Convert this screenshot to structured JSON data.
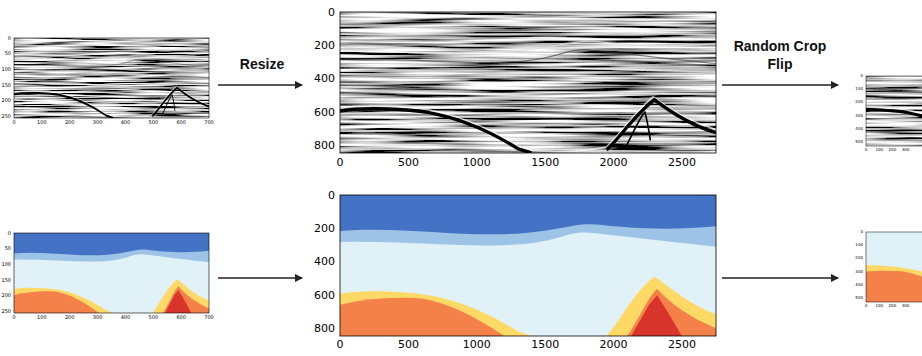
{
  "diagram": {
    "labels": [
      "0",
      "50",
      "100",
      "150",
      "200",
      "250",
      "0",
      "100",
      "200",
      "300",
      "400",
      "500",
      "600",
      "700",
      "Resize",
      "0",
      "200",
      "400",
      "600",
      "800",
      "0",
      "500",
      "1000",
      "1500",
      "2000",
      "2500",
      "Random Crop Flip",
      "0",
      "100",
      "200",
      "300",
      "400",
      "500",
      "0",
      "100",
      "200",
      "300",
      "0",
      "50",
      "100",
      "150",
      "200",
      "250",
      "0",
      "100",
      "200",
      "300",
      "400",
      "500",
      "600",
      "700",
      "0",
      "200",
      "400",
      "600",
      "800",
      "0",
      "500",
      "1000",
      "1500",
      "2000",
      "2500",
      "0",
      "100",
      "200",
      "300",
      "400",
      "500",
      "0",
      "100",
      "200",
      "300"
    ]
  }
}
